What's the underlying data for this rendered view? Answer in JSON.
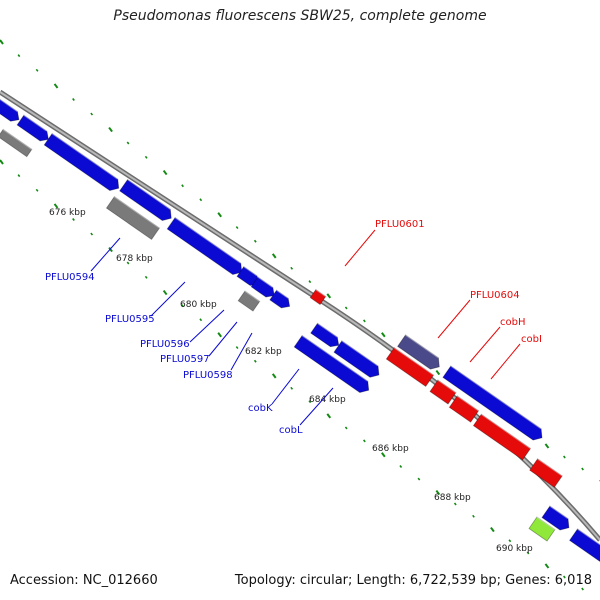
{
  "title": "Pseudomonas fluorescens SBW25, complete genome",
  "footer": {
    "accession": "Accession: NC_012660",
    "summary": "Topology: circular; Length: 6,722,539 bp; Genes: 6,018"
  },
  "colors": {
    "backbone": "#8c8c8c",
    "forward_gene": "#0a0ad2",
    "reverse_gene": "#e50b0b",
    "pseudo_gene": "#7a7a7a",
    "highlight_gene": "#8fe83a",
    "tick": "#138a13"
  },
  "scale_labels": [
    "676 kbp",
    "678 kbp",
    "680 kbp",
    "682 kbp",
    "684 kbp",
    "686 kbp",
    "688 kbp",
    "690 kbp"
  ],
  "gene_labels": [
    {
      "text": "PFLU0594",
      "strand": "forward"
    },
    {
      "text": "PFLU0595",
      "strand": "forward"
    },
    {
      "text": "PFLU0596",
      "strand": "forward"
    },
    {
      "text": "PFLU0597",
      "strand": "forward"
    },
    {
      "text": "PFLU0598",
      "strand": "forward"
    },
    {
      "text": "cobK",
      "strand": "forward"
    },
    {
      "text": "cobL",
      "strand": "forward"
    },
    {
      "text": "PFLU0601",
      "strand": "reverse"
    },
    {
      "text": "PFLU0604",
      "strand": "reverse"
    },
    {
      "text": "cobH",
      "strand": "reverse"
    },
    {
      "text": "cobI",
      "strand": "reverse"
    }
  ]
}
